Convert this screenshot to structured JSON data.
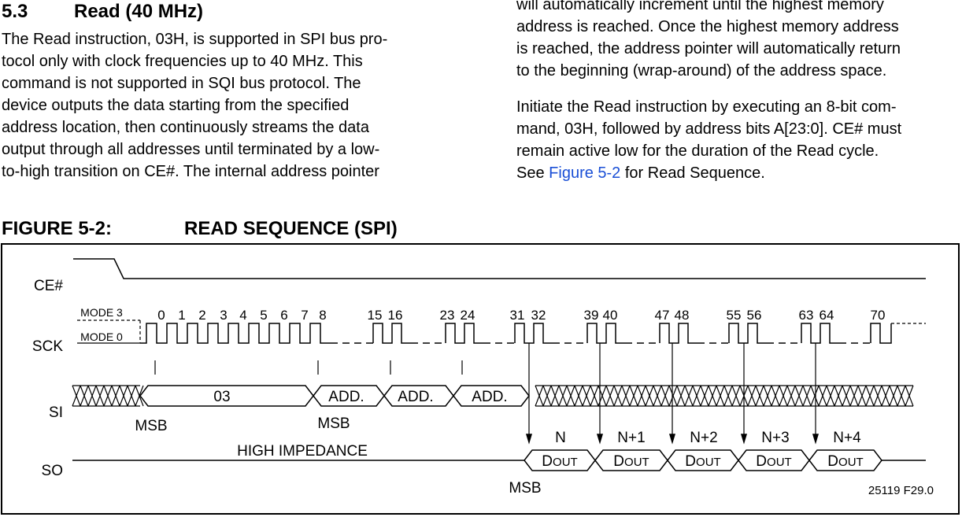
{
  "section": {
    "number": "5.3",
    "title": "Read (40 MHz)"
  },
  "left_paragraph": [
    "The Read instruction, 03H, is supported in SPI bus pro-",
    "tocol only with clock frequencies up to 40 MHz. This",
    "command is not supported in SQI bus protocol. The",
    "device outputs the data starting from the specified",
    "address location, then continuously streams the data",
    "output through all addresses until terminated by a low-",
    "to-high transition on CE#. The internal address pointer"
  ],
  "right_paragraph_1": [
    "will automatically increment until the highest memory",
    "address is reached. Once the highest memory address",
    "is reached, the address pointer will automatically return",
    "to the beginning (wrap-around) of the address space."
  ],
  "right_paragraph_2": [
    "Initiate the Read instruction by executing an 8-bit com-",
    "mand, 03H, followed by address bits A[23:0]. CE# must",
    "remain active low for the duration of the Read cycle."
  ],
  "right_paragraph_2_last": {
    "prefix": "See ",
    "link": "Figure 5-2",
    "suffix": " for Read Sequence."
  },
  "figure": {
    "number": "FIGURE 5-2:",
    "title": "READ SEQUENCE (SPI)",
    "signals": [
      "CE#",
      "SCK",
      "SI",
      "SO"
    ],
    "modes": [
      "MODE 3",
      "MODE 0"
    ],
    "clock_numbers": [
      "0",
      "1",
      "2",
      "3",
      "4",
      "5",
      "6",
      "7",
      "8",
      "15",
      "16",
      "23",
      "24",
      "31",
      "32",
      "39",
      "40",
      "47",
      "48",
      "55",
      "56",
      "63",
      "64",
      "70"
    ],
    "si_fields": [
      "03",
      "ADD.",
      "ADD.",
      "ADD."
    ],
    "msb_labels": [
      "MSB",
      "MSB",
      "MSB"
    ],
    "so_indices": [
      "N",
      "N+1",
      "N+2",
      "N+3",
      "N+4"
    ],
    "dout_main": "D",
    "dout_sub": "OUT",
    "high_impedance": "HIGH IMPEDANCE",
    "figure_code": "25119 F29.0"
  },
  "colors": {
    "link": "#1a4fd6",
    "ink": "#000000"
  }
}
